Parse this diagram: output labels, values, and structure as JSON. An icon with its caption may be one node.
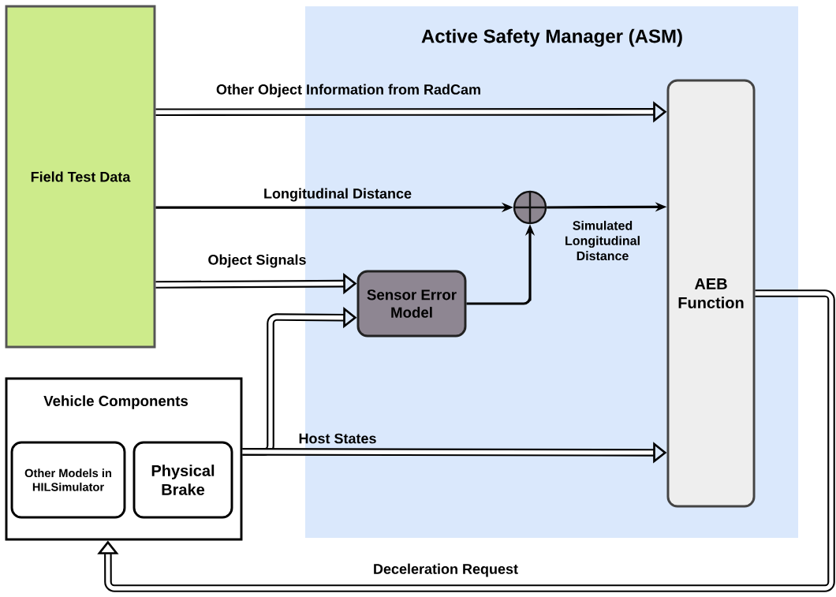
{
  "diagram": {
    "nodes": [
      {
        "text": [
          "Active Safety Manager (ASM)"
        ]
      },
      {
        "text": [
          "Field Test Data"
        ]
      },
      {
        "text": [
          "AEB Function"
        ],
        "in": 0
      },
      {
        "text": [],
        "shape": "circle",
        "in": 0
      },
      {
        "text": [
          "Sensor Error Model"
        ],
        "in": 0
      },
      {
        "text": [
          "Vehicle Components"
        ]
      },
      {
        "text": [
          "Other Models in HILSimulator"
        ],
        "in": 5
      },
      {
        "text": [
          "Physical Brake"
        ],
        "in": 5
      }
    ],
    "edges": [
      {
        "from": 1,
        "to": 2,
        "arrow": "to",
        "label": "Other Object Information from RadCam"
      },
      {
        "from": 1,
        "to": 3,
        "arrow": "to",
        "label": "Longitudinal Distance"
      },
      {
        "from": 3,
        "to": 2,
        "arrow": "to",
        "label": "Simulated Longitudinal Distance"
      },
      {
        "from": 1,
        "to": 4,
        "arrow": "to",
        "label": "Object Signals"
      },
      {
        "from": 5,
        "to": 4,
        "arrow": "to"
      },
      {
        "from": 5,
        "to": 2,
        "arrow": "to",
        "label": "Host States"
      },
      {
        "from": 4,
        "to": 3,
        "arrow": "to"
      },
      {
        "from": 2,
        "to": 5,
        "arrow": "to",
        "label": "Deceleration Request"
      }
    ]
  }
}
